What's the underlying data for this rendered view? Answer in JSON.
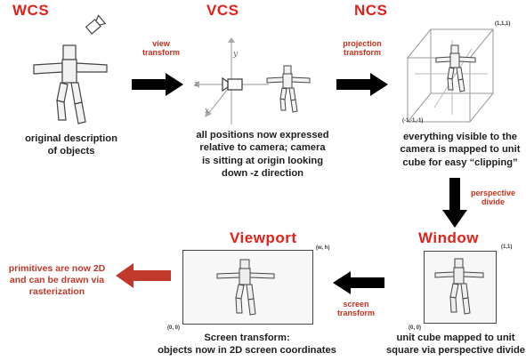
{
  "stages": {
    "wcs": {
      "title": "WCS",
      "caption_1": "original description",
      "caption_2": "of objects"
    },
    "vcs": {
      "title": "VCS",
      "caption_1": "all positions now expressed",
      "caption_2": "relative to camera; camera",
      "caption_3": "is sitting at origin looking",
      "caption_4": "down -z direction"
    },
    "ncs": {
      "title": "NCS",
      "caption_1": "everything visible to the",
      "caption_2": "camera is mapped to unit",
      "caption_3": "cube for easy “clipping”",
      "corner_top": "(1,1,1)",
      "corner_bottom": "(-1,-1,-1)"
    },
    "window": {
      "title": "Window",
      "caption_1": "unit cube mapped to unit",
      "caption_2": "square via perspective divide",
      "corner_top": "(1,1)",
      "corner_bottom": "(0, 0)"
    },
    "viewport": {
      "title": "Viewport",
      "caption_1": "Screen transform:",
      "caption_2": "objects now in 2D screen coordinates",
      "corner_top": "(w, h)",
      "corner_bottom": "(0, 0)"
    }
  },
  "arrows": {
    "view": {
      "line1": "view",
      "line2": "transform"
    },
    "projection": {
      "line1": "projection",
      "line2": "transform"
    },
    "perspective": {
      "line1": "perspective",
      "line2": "divide"
    },
    "screen": {
      "line1": "screen",
      "line2": "transform"
    }
  },
  "axes": {
    "x": "x",
    "y": "y",
    "z": "z"
  },
  "output": {
    "line1": "primitives are now 2D",
    "line2": "and can be drawn via",
    "line3": "rasterization"
  },
  "colors": {
    "label_red": "#e32119",
    "note_red": "#c0392b",
    "arrow": "#000000",
    "output_arrow": "#c0392b"
  }
}
